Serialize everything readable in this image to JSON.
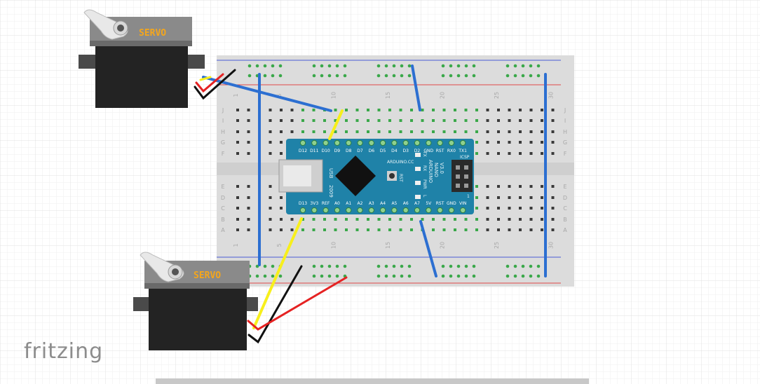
{
  "app": {
    "logo": "fritzing"
  },
  "servo": {
    "label": "SERVO"
  },
  "breadboard": {
    "column_numbers": [
      "1",
      "5",
      "10",
      "15",
      "20",
      "25",
      "30"
    ],
    "row_letters_top": [
      "J",
      "I",
      "H",
      "G",
      "F"
    ],
    "row_letters_bottom": [
      "E",
      "D",
      "C",
      "B",
      "A"
    ]
  },
  "arduino": {
    "top_pins": [
      "D12",
      "D11",
      "D10",
      "D9",
      "D8",
      "D7",
      "D6",
      "D5",
      "D4",
      "D3",
      "D2",
      "GND",
      "RST",
      "RX0",
      "TX1"
    ],
    "bottom_pins": [
      "D13",
      "3V3",
      "REF",
      "A0",
      "A1",
      "A2",
      "A3",
      "A4",
      "A5",
      "A6",
      "A7",
      "5V",
      "RST",
      "GND",
      "VIN"
    ],
    "usb_label": "USB",
    "ic_label": "ARDUINO.CC",
    "side_labels": [
      "ARDUINO",
      "NANO",
      "V3.0"
    ],
    "year_label": "2009",
    "led_labels": [
      "TX",
      "RX",
      "PWR",
      "L"
    ],
    "reset_label": "RST",
    "icsp_label": "ICSP",
    "pin1_label": "1"
  },
  "colors": {
    "grid": "#e7e7e7",
    "breadboard": "#dedede",
    "rail_red": "#e04848",
    "rail_blue": "#4a5bd6",
    "hole_green": "#3aa84a",
    "wire_blue": "#2c6fd1",
    "wire_yellow": "#f7ef1c",
    "wire_red": "#e52222",
    "wire_black": "#111111",
    "arduino": "#1f82a8",
    "servo_body": "#232323",
    "servo_label": "#f4a61c"
  }
}
